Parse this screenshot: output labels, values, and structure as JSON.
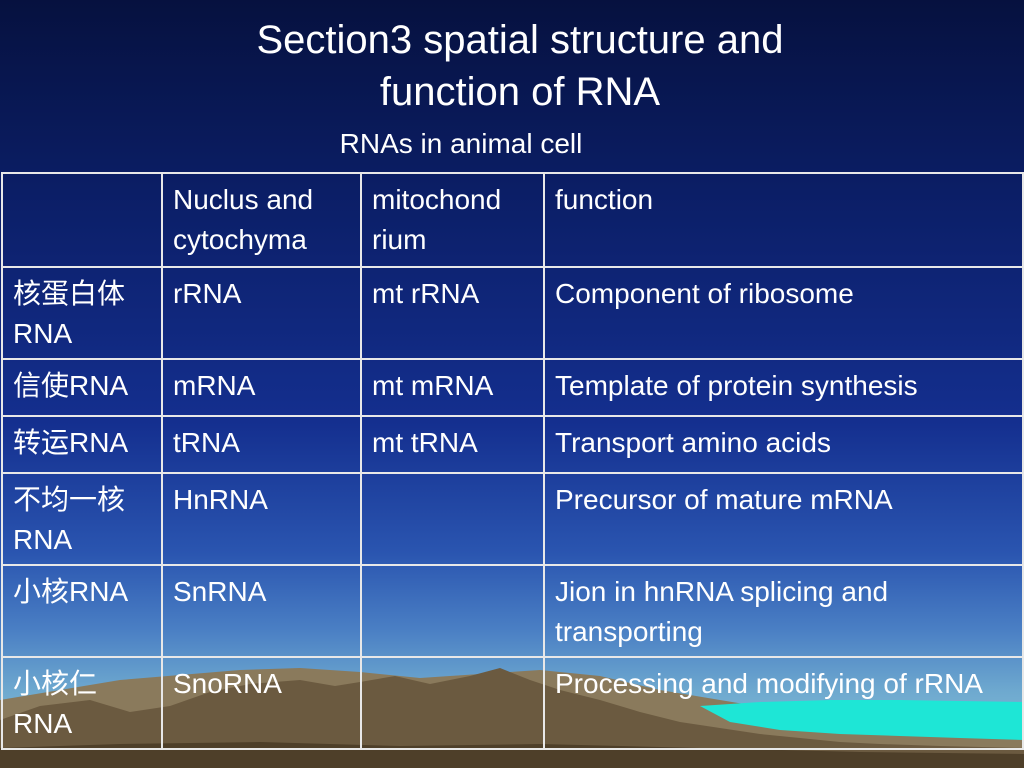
{
  "slide": {
    "title_line1": "Section3 spatial structure and",
    "title_line2": "function of RNA",
    "subtitle": "RNAs in animal cell"
  },
  "table": {
    "headers": [
      "",
      "Nuclus and cytochyma",
      "mitochondrium",
      "function"
    ],
    "header_display": [
      "",
      "Nuclus and cytochyma",
      "mitochond rium",
      "function"
    ],
    "rows": [
      [
        "核蛋白体RNA",
        "rRNA",
        "mt rRNA",
        "Component of ribosome"
      ],
      [
        "信使RNA",
        "mRNA",
        "mt mRNA",
        "Template of protein synthesis"
      ],
      [
        "转运RNA",
        "tRNA",
        "mt tRNA",
        "Transport amino acids"
      ],
      [
        "不均一核RNA",
        "HnRNA",
        "",
        "Precursor of mature mRNA"
      ],
      [
        "小核RNA",
        "SnRNA",
        "",
        "Jion in hnRNA splicing and transporting"
      ],
      [
        "小核仁RNA",
        "SnoRNA",
        "",
        "Processing and modifying of rRNA"
      ]
    ]
  },
  "colors": {
    "background_top": "#06113f",
    "background_bottom": "#8ec6d8",
    "mountains": "#6b5a40",
    "water": "#1ee6d6",
    "text": "#ffffff",
    "grid": "#e8e8e8"
  }
}
